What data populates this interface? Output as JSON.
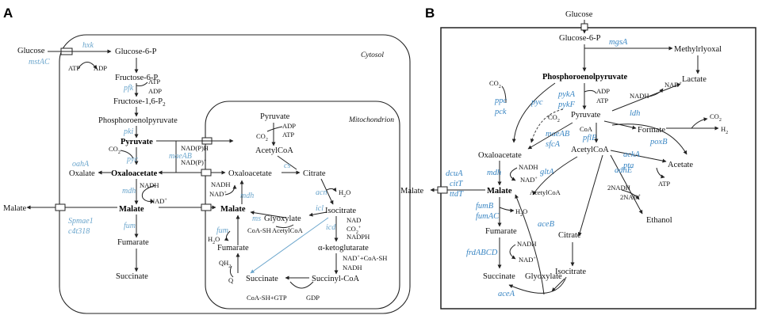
{
  "panelA": {
    "letter": "A",
    "cytosol": "Cytosol",
    "mito": "Mitochondrion",
    "glucose": "Glucose",
    "mstAC": "mstAC",
    "hxk": "hxk",
    "atp1": "ATP",
    "adp1": "ADP",
    "g6p": "Glucose-6-P",
    "f6p": "Fructose-6-P",
    "pfk": "pfk",
    "atp2": "ATP",
    "adp2": "ADP",
    "f16p": "Fructose-1,6-P",
    "f16p_sub": "2",
    "pep": "Phosphoroenolpyruvate",
    "pki": "pki",
    "pyruvate": "Pyruvate",
    "co2a": "CO",
    "co2a_sub": "2",
    "pyc": "pyc",
    "nadph": "NAD(P)H",
    "maeA": "maeAB",
    "nadp": "NAD(P)",
    "nadp_sup": "+",
    "oxalate": "Oxalate",
    "oahA": "oahA",
    "oaa": "Oxaloacetate",
    "mdh": "mdh",
    "nadh1": "NADH",
    "nad1": "NAD",
    "nad1_sup": "+",
    "malateOut": "Malate",
    "malate": "Malate",
    "spmae": "Spmae1",
    "c4t": "c4t318",
    "fum": "fum",
    "fumarate": "Fumarate",
    "succinate": "Succinate",
    "m_pyruvate": "Pyruvate",
    "m_adp": "ADP",
    "m_co2": "CO",
    "m_co2_sub": "2",
    "m_atp": "ATP",
    "m_acoa": "AcetylCoA",
    "m_oaa": "Oxaloacetate",
    "cs": "cs",
    "m_citrate": "Citrate",
    "m_nadh": "NADH",
    "m_nad": "NAD",
    "m_nad_sup": "+",
    "m_mdh": "mdh",
    "acn": "acn",
    "h2o1": "H",
    "h2o1_sub": "2",
    "h2o1_end": "O",
    "m_malate": "Malate",
    "ms": "ms",
    "glyox": "Glyoxylate",
    "icl": "icl",
    "isocit": "Isocitrate",
    "m_fum": "fum",
    "coash": "CoA-SH",
    "acoa2": "AcetylCoA",
    "icd": "icd",
    "nad2": "NAD",
    "co2b": "CO",
    "co2b_sub": "2",
    "co2b_sup": "+",
    "nadph2": "NADPH",
    "h2o2": "H",
    "h2o2_sub": "2",
    "h2o2_end": "O",
    "m_fumarate": "Fumarate",
    "akg": "α-ketoglutarate",
    "nadcoa": "NAD",
    "nadcoa_rest": "+CoA-SH",
    "qh2": "QH",
    "qh2_sub": "2",
    "nadh3": "NADH",
    "q": "Q",
    "m_succ": "Succinate",
    "succoa": "Succinyl-CoA",
    "coagtp": "CoA-SH+GTP",
    "gdp": "GDP"
  },
  "panelB": {
    "letter": "B",
    "glucose": "Glucose",
    "g6p": "Glucose-6-P",
    "mgsA": "mgsA",
    "methyl": "Methylrlyoxal",
    "pep": "Phosphoroenolpyruvate",
    "co2a": "CO",
    "co2a_sub": "2",
    "ppc": "ppc",
    "pck": "pck",
    "pykA": "pykA",
    "pykF": "pykF",
    "adp": "ADP",
    "atp": "ATP",
    "nadh1": "NADH",
    "nad1": "NAD",
    "nad1_sup": "+",
    "lactate": "Lactate",
    "pyc": "pyc",
    "co2b": "CO",
    "co2b_sub": "2",
    "pyruvate": "Pyruvate",
    "ldh": "ldh",
    "co2c": "CO",
    "co2c_sub": "2",
    "maeAB": "maeAB",
    "sfcA": "sfcA",
    "coa": "CoA",
    "pflB": "pflB",
    "formate": "Formate",
    "h2": "H",
    "h2_sub": "2",
    "poxB": "poxB",
    "oaa": "Oxaloacetate",
    "acoa": "AcetylCoA",
    "ackA": "ackA",
    "pta": "pta",
    "acetate": "Acetate",
    "mdh": "mdh",
    "nadh2": "NADH",
    "gltA": "gltA",
    "dcuA": "dcuA",
    "citT": "citT",
    "ttdT": "ttdT",
    "malateOut": "Malate",
    "nad2": "NAD",
    "nad2_sup": "+",
    "adhE": "adhE",
    "atp2": "ATP",
    "malate": "Malate",
    "acoa2": "AcetylCoA",
    "nadh2x": "2NADH",
    "nad2x": "2NAD",
    "nad2x_sup": "+",
    "fumB": "fumB",
    "fumAC": "fumAC",
    "h2o": "H",
    "h2o_sub": "2",
    "h2o_end": "O",
    "ethanol": "Ethanol",
    "aceB": "aceB",
    "citrate": "Citrate",
    "fumarate": "Fumarate",
    "nadh3": "NADH",
    "frdABCD": "frdABCD",
    "nad3": "NAD",
    "nad3_sup": "+",
    "isocit": "Isocitrate",
    "succinate": "Succinate",
    "glyox": "Glyoxylate",
    "aceA": "aceA"
  }
}
